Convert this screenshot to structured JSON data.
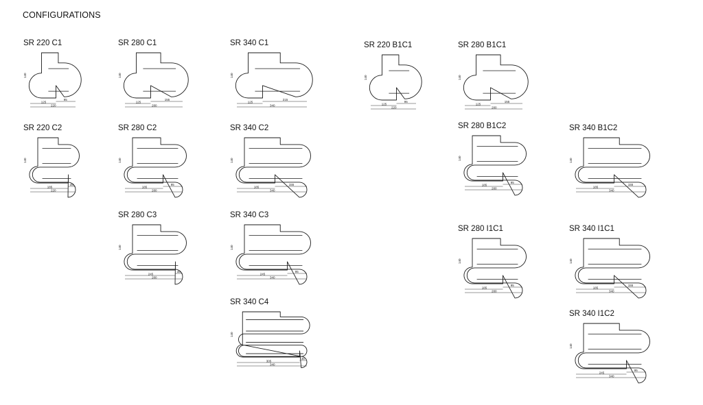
{
  "page_title": "CONFIGURATIONS",
  "height_label": "140",
  "configs": [
    {
      "name": "SR 220 C1",
      "upper": "95",
      "lower": "125",
      "total": "220"
    },
    {
      "name": "SR 280 C1",
      "upper": "155",
      "lower": "125",
      "total": "280"
    },
    {
      "name": "SR 340 C1",
      "upper": "215",
      "lower": "125",
      "total": "340"
    },
    {
      "name": "SR 220 B1C1",
      "upper": "95",
      "lower": "125",
      "total": "220"
    },
    {
      "name": "SR 280 B1C1",
      "upper": "155",
      "lower": "125",
      "total": "280"
    },
    {
      "name": "SR 220 C2",
      "upper": "35",
      "lower": "185",
      "total": "220"
    },
    {
      "name": "SR 280 C2",
      "upper": "95",
      "lower": "185",
      "total": "280"
    },
    {
      "name": "SR 340 C2",
      "upper": "155",
      "lower": "185",
      "total": "340"
    },
    {
      "name": "SR 280 B1C2",
      "upper": "95",
      "lower": "185",
      "total": "280"
    },
    {
      "name": "SR 340 B1C2",
      "upper": "155",
      "lower": "185",
      "total": "340"
    },
    {
      "name": "SR 280 C3",
      "upper": "35",
      "lower": "245",
      "total": "280"
    },
    {
      "name": "SR 340 C3",
      "upper": "95",
      "lower": "245",
      "total": "340"
    },
    {
      "name": "SR 280 I1C1",
      "upper": "95",
      "lower": "185",
      "total": "280"
    },
    {
      "name": "SR 340 I1C1",
      "upper": "155",
      "lower": "185",
      "total": "340"
    },
    {
      "name": "SR 340 C4",
      "upper": "35",
      "lower": "305",
      "total": "340"
    },
    {
      "name": "SR 340 I1C2",
      "upper": "95",
      "lower": "245",
      "total": "340"
    }
  ]
}
